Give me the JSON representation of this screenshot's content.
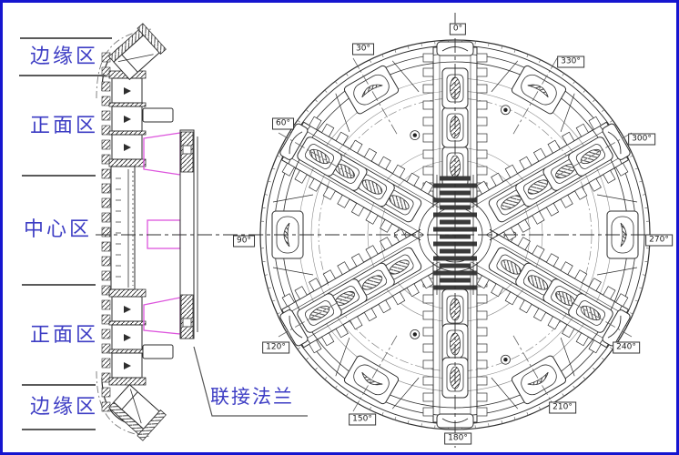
{
  "colors": {
    "frame_border": "#1515cf",
    "label_text": "#3d3dc4",
    "highlight": "#dd55dd",
    "line": "#2e2e2e",
    "divider": "#5a5a5a"
  },
  "side_view": {
    "zone_labels": [
      {
        "text": "边缘区"
      },
      {
        "text": "正面区"
      },
      {
        "text": "中心区"
      },
      {
        "text": "正面区"
      },
      {
        "text": "边缘区"
      }
    ],
    "flange_label": "联接法兰"
  },
  "front_view": {
    "angle_labels": [
      {
        "text": "0°",
        "deg": 0
      },
      {
        "text": "30°",
        "deg": 30
      },
      {
        "text": "60°",
        "deg": 60
      },
      {
        "text": "90°",
        "deg": 90
      },
      {
        "text": "120°",
        "deg": 120
      },
      {
        "text": "150°",
        "deg": 150
      },
      {
        "text": "180°",
        "deg": 180
      },
      {
        "text": "210°",
        "deg": 210
      },
      {
        "text": "240°",
        "deg": 240
      },
      {
        "text": "270°",
        "deg": 270
      },
      {
        "text": "300°",
        "deg": 300
      },
      {
        "text": "330°",
        "deg": 330
      }
    ]
  }
}
